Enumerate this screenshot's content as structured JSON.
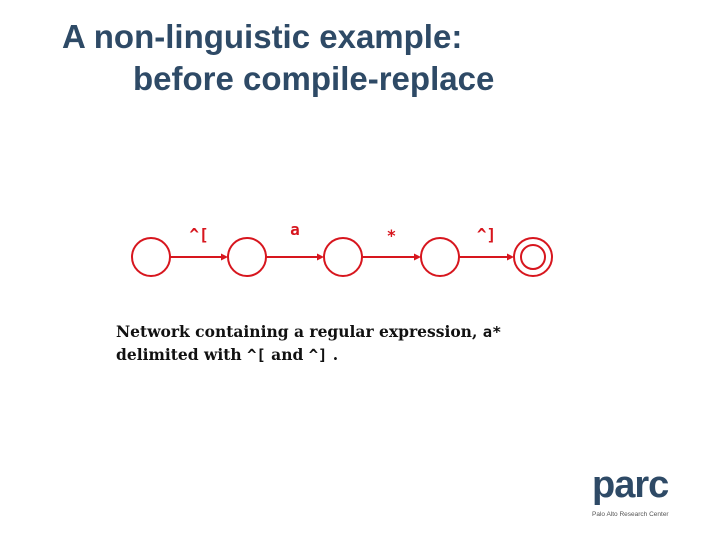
{
  "title": {
    "line1": "A non-linguistic example:",
    "line2": "before compile-replace"
  },
  "diagram": {
    "states": [
      "s0",
      "s1",
      "s2",
      "s3",
      "s4"
    ],
    "final_state": "s4",
    "arcs": [
      {
        "from": "s0",
        "to": "s1",
        "label": "^["
      },
      {
        "from": "s1",
        "to": "s2",
        "label": "a"
      },
      {
        "from": "s2",
        "to": "s3",
        "label": "*"
      },
      {
        "from": "s3",
        "to": "s4",
        "label": "^]"
      }
    ],
    "color": "#d7161e"
  },
  "caption": {
    "part1": "Network containing a regular expression, ",
    "code1": "a*",
    "part2": "delimited with ",
    "code2": "^[",
    "part3": " and ",
    "code3": "^]",
    "part4": " ."
  },
  "logo": {
    "word": "parc",
    "subtitle": "Palo Alto Research Center"
  }
}
